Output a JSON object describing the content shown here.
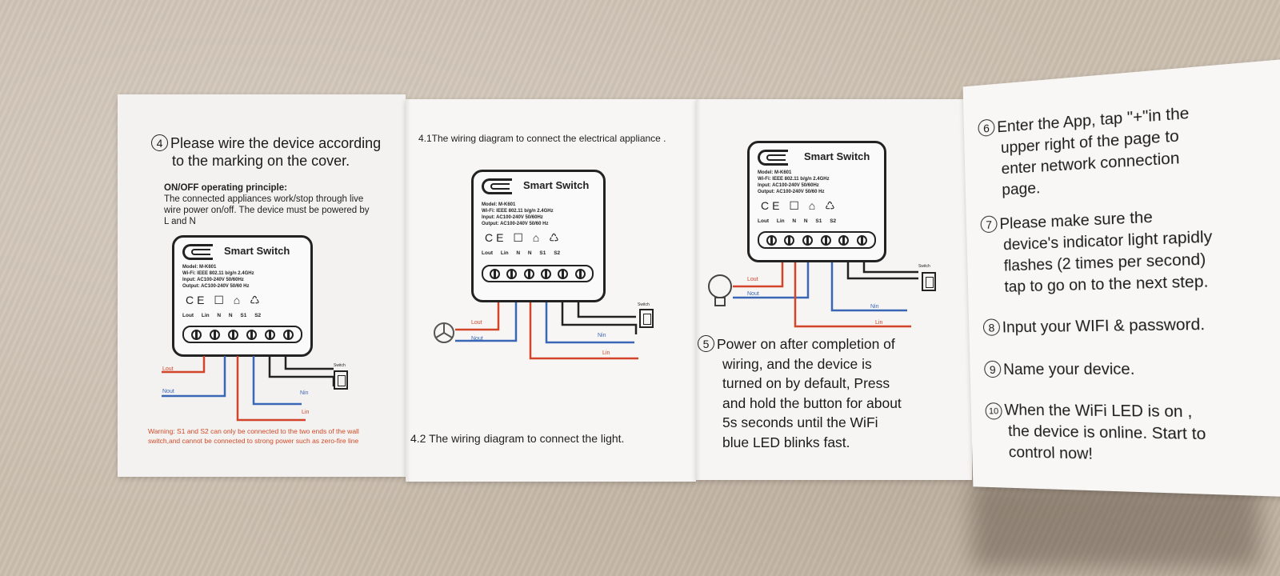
{
  "panel1": {
    "step_num": "4",
    "step_text_1": "Please wire the device according",
    "step_text_2": "to the marking on the cover.",
    "principle_title": "ON/OFF operating principle:",
    "principle_1": "The connected appliances work/stop through live",
    "principle_2": "wire power on/off. The device must be powered by",
    "principle_3": "L and N",
    "warning_1": "Warning: S1 and S2 can only be connected to the two ends of the wall",
    "warning_2": "switch,and cannot be connected to strong power such as zero-fire line"
  },
  "device": {
    "title": "Smart Switch",
    "model": "Model: M-K601",
    "wifi": "Wi-Fi: IEEE 802.11 b/g/n 2.4GHz",
    "input": "Input: AC100-240V 50/60Hz",
    "output": "Output: AC100-240V 50/60 Hz",
    "certs": "CE ☐ ⌂ ♺",
    "terminals": "Lout Lin N N S1 S2",
    "wire_lout": "Lout",
    "wire_nout": "Nout",
    "wire_nin": "Nin",
    "wire_lin": "Lin",
    "switch_label": "Switch"
  },
  "panel2": {
    "caption_top": "4.1The wiring diagram to connect the electrical appliance .",
    "caption_bottom": "4.2 The wiring diagram to connect the light."
  },
  "panel3": {
    "step_num": "5",
    "lines": [
      "Power on after completion of",
      "wiring, and the device is",
      "turned on by default, Press",
      "and hold the button for about",
      "5s seconds until the WiFi",
      "blue LED blinks fast."
    ]
  },
  "panel4": {
    "steps": [
      {
        "num": "6",
        "lines": [
          "Enter the App, tap \"+\"in the",
          "upper right of the page to",
          "enter network connection",
          "page."
        ]
      },
      {
        "num": "7",
        "lines": [
          "Please make sure the",
          "device's indicator light rapidly",
          "flashes (2 times per second)",
          "tap to go on to the next step."
        ]
      },
      {
        "num": "8",
        "lines": [
          "Input your WIFI & password."
        ]
      },
      {
        "num": "9",
        "lines": [
          "Name your device."
        ]
      },
      {
        "num": "10",
        "lines": [
          "When the WiFi LED is on ,",
          "the device is online. Start to",
          "control now!"
        ]
      }
    ]
  },
  "colors": {
    "live": "#d3452a",
    "neutral": "#3a67b5",
    "paper": "#f5f4f2"
  }
}
